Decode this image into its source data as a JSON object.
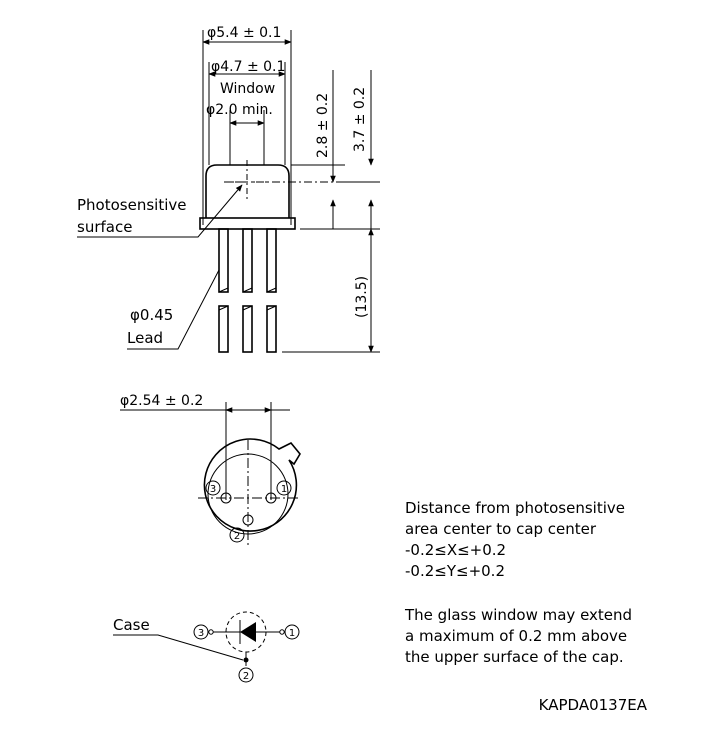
{
  "side_view": {
    "dim_case_dia": "φ5.4 ± 0.1",
    "dim_window_dia": "φ4.7 ± 0.1",
    "window_label": "Window",
    "dim_window_min": "φ2.0 min.",
    "dim_height_cap": "2.8 ± 0.2",
    "dim_height_total": "3.7 ± 0.2",
    "dim_lead_length": "(13.5)",
    "photosensitive_label_1": "Photosensitive",
    "photosensitive_label_2": "surface",
    "lead_dia": "φ0.45",
    "lead_label": "Lead"
  },
  "bottom_view": {
    "dim_pin_pitch": "φ2.54 ± 0.2",
    "pin_1": "1",
    "pin_2": "2",
    "pin_3": "3"
  },
  "schematic": {
    "case_label": "Case",
    "pin_1": "1",
    "pin_2": "2",
    "pin_3": "3"
  },
  "notes": {
    "offset_title_1": "Distance from photosensitive",
    "offset_title_2": "area center to cap center",
    "offset_x": "-0.2≤X≤+0.2",
    "offset_y": "-0.2≤Y≤+0.2",
    "glass_note_1": "The glass window may extend",
    "glass_note_2": "a maximum of 0.2 mm above",
    "glass_note_3": "the upper surface of the cap."
  },
  "drawing_code": "KAPDA0137EA"
}
